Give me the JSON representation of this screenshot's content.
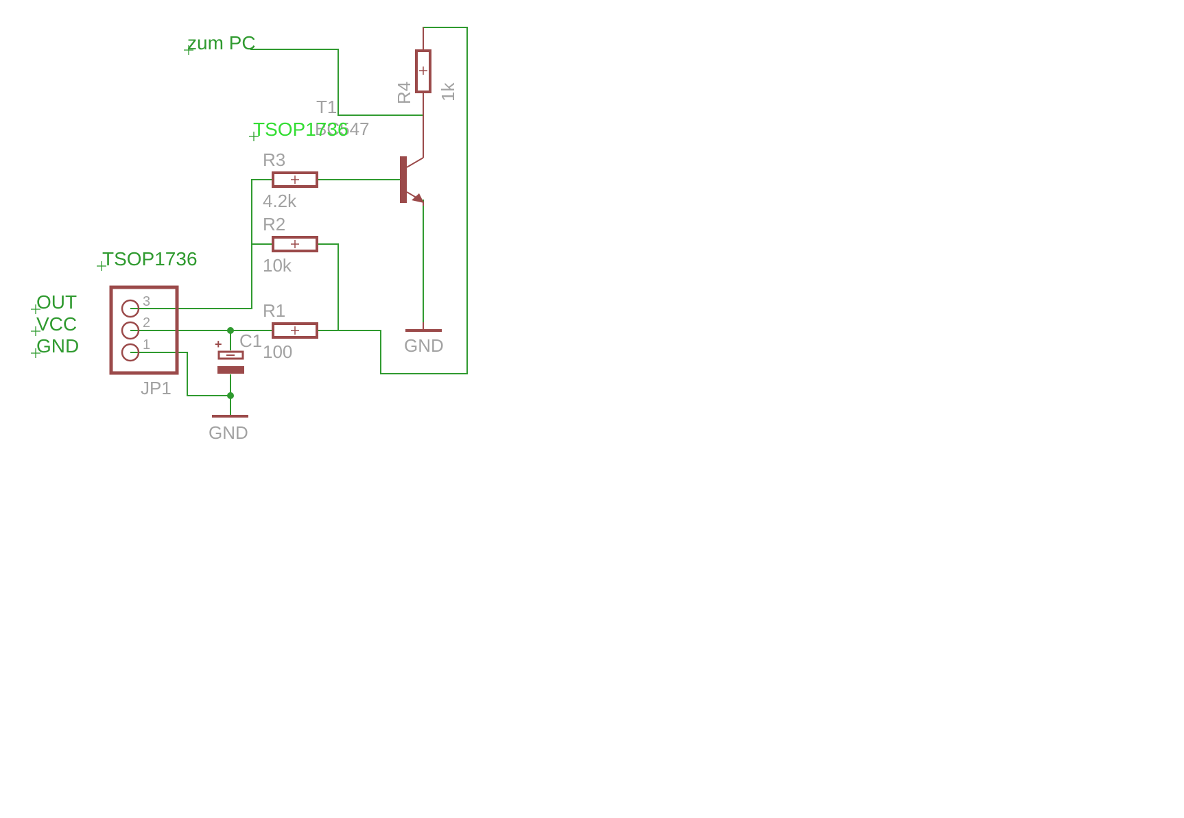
{
  "schematic": {
    "labels": {
      "zum_pc": "zum PC",
      "tsop_top": "TSOP1736",
      "tsop_left": "TSOP1736",
      "out": "OUT",
      "vcc": "VCC",
      "gnd": "GND"
    },
    "t1": {
      "name": "T1",
      "value": "BC547"
    },
    "r4": {
      "name": "R4",
      "value": "1k"
    },
    "r3": {
      "name": "R3",
      "value": "4.2k"
    },
    "r2": {
      "name": "R2",
      "value": "10k"
    },
    "r1": {
      "name": "R1",
      "value": "100"
    },
    "c1": {
      "name": "C1"
    },
    "jp1": {
      "name": "JP1",
      "pins": [
        "3",
        "2",
        "1"
      ]
    },
    "gnd_symbols": [
      "GND",
      "GND"
    ],
    "resistor_mark": "+",
    "cap_plus": "+",
    "colors": {
      "wire": "#2f9a2f",
      "part": "#9b4a4a",
      "label": "#a2a2a2",
      "highlight": "#33dd33"
    }
  }
}
